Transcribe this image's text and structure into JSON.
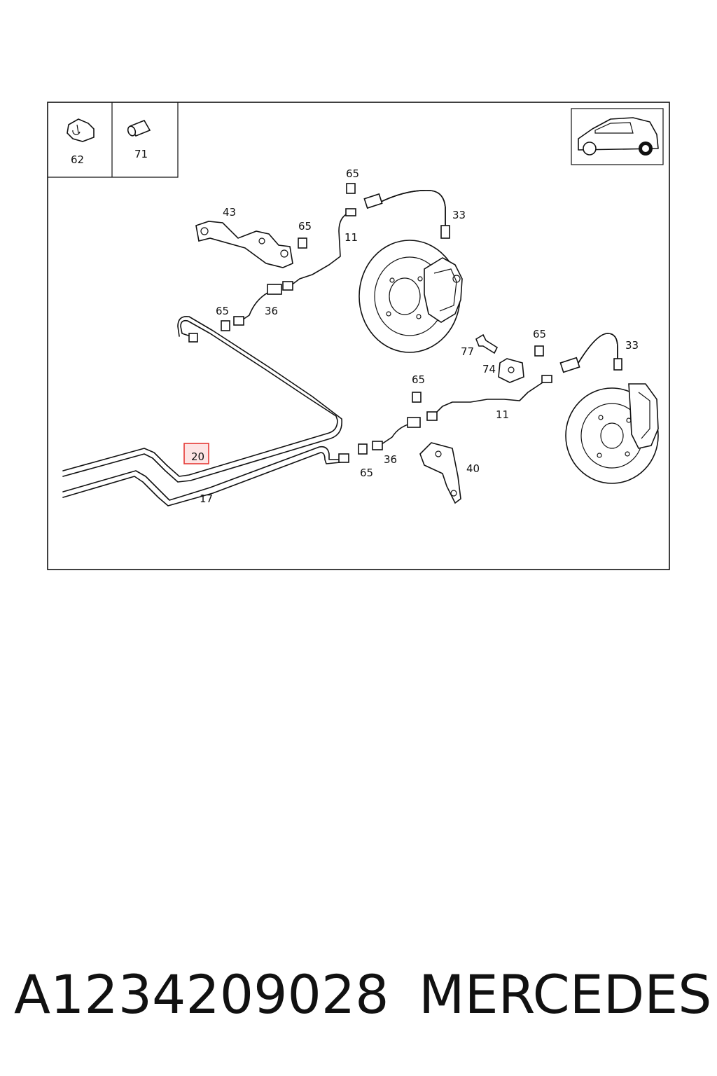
{
  "diagram": {
    "callouts": {
      "c62": "62",
      "c71": "71",
      "c65a": "65",
      "c43": "43",
      "c65b": "65",
      "c11a": "11",
      "c33a": "33",
      "c65c": "65",
      "c36a": "36",
      "c77": "77",
      "c65d": "65",
      "c74": "74",
      "c33b": "33",
      "c65e": "65",
      "c11b": "11",
      "c36b": "36",
      "c65f": "65",
      "c40": "40",
      "c20": "20",
      "c17": "17"
    },
    "highlight_color": "#e53935",
    "highlight_fill": "#fde4e4"
  },
  "footer": {
    "part_number": "A1234209028",
    "brand": "MERCEDES"
  }
}
